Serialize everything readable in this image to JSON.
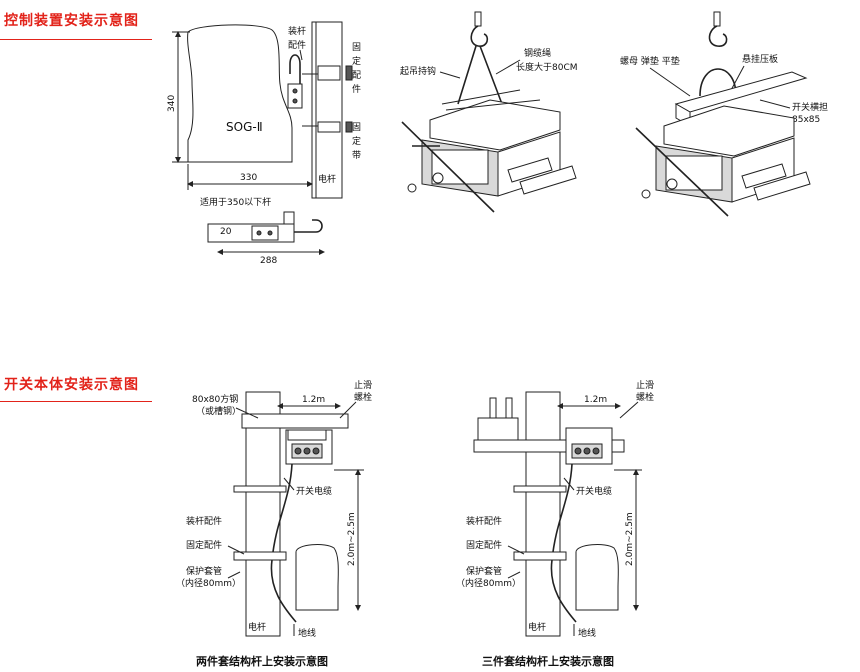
{
  "sections": {
    "control_title": "控制装置安装示意图",
    "switch_title": "开关本体安装示意图"
  },
  "control_diagram": {
    "pole_fitting": [
      "装杆",
      "配件"
    ],
    "fixing_fitting": [
      "固",
      "定",
      "配",
      "件"
    ],
    "fixing_band": [
      "固",
      "定",
      "带"
    ],
    "pole": "电杆",
    "height_dim": "340",
    "width_dim": "330",
    "model": "SOG-Ⅱ",
    "applicable": "适用于350以下杆",
    "bracket_w": "20",
    "bracket_len": "288"
  },
  "hoist_left": {
    "hook": "起吊持钩",
    "rope": "钢缆绳",
    "rope_len": "长度大于80CM"
  },
  "hoist_right": {
    "nut_washers": "螺母  弹垫  平垫",
    "hang_plate": "悬挂压板",
    "crossarm": "开关横担",
    "crossarm_size": "85x85"
  },
  "install_left": {
    "square_steel": "80x80方钢",
    "channel_steel": "（或槽钢）",
    "span": "1.2m",
    "stop_bolt": [
      "止滑",
      "螺栓"
    ],
    "cable": "开关电缆",
    "pole_fitting": "装杆配件",
    "fixing_fitting": "固定配件",
    "sleeve": "保护套管",
    "sleeve_dia": "（内径80mm）",
    "height_range": "2.0m~2.5m",
    "pole": "电杆",
    "ground": "地线",
    "caption": "两件套结构杆上安装示意图"
  },
  "install_right": {
    "span": "1.2m",
    "stop_bolt": [
      "止滑",
      "螺栓"
    ],
    "cable": "开关电缆",
    "pole_fitting": "装杆配件",
    "fixing_fitting": "固定配件",
    "sleeve": "保护套管",
    "sleeve_dia": "（内径80mm）",
    "height_range": "2.0m~2.5m",
    "pole": "电杆",
    "ground": "地线",
    "caption": "三件套结构杆上安装示意图"
  },
  "colors": {
    "title_red": "#e2231a",
    "line": "#222222"
  }
}
